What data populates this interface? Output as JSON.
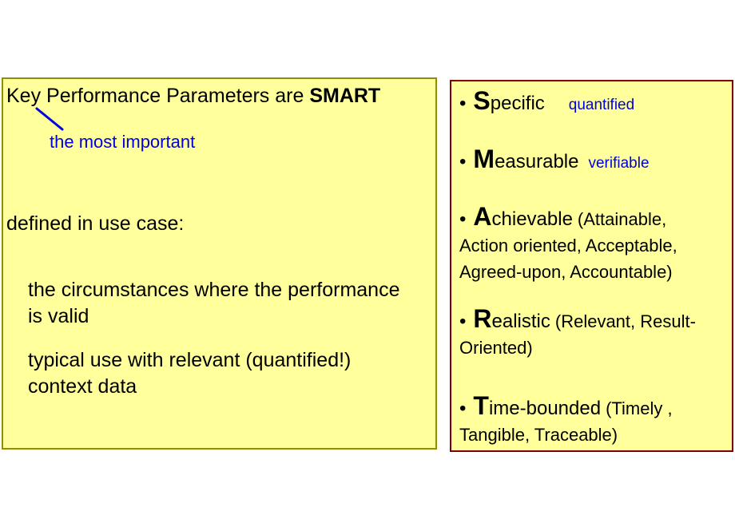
{
  "slide": {
    "background_color": "#ffffff",
    "panel_fill_color": "#ffff9c",
    "left_panel_border_color": "#8f8f00",
    "right_panel_border_color": "#800000",
    "accent_blue": "#0000e0"
  },
  "left_panel": {
    "title_regular": "Key Performance Parameters are ",
    "title_bold": "SMART",
    "callout": "the most important",
    "callout_connector": "blue-diagonal-line",
    "intro": "defined in use case:",
    "points": [
      "the circumstances where the performance is valid",
      "typical use with relevant (quantified!) context data"
    ]
  },
  "right_panel": {
    "bullet_char": "•",
    "items": [
      {
        "letter": "S",
        "rest": "pecific",
        "annotation": "quantified"
      },
      {
        "letter": "M",
        "rest": "easurable",
        "annotation": "verifiable"
      },
      {
        "letter": "A",
        "rest": "chievable",
        "paren": "(Attainable, Action oriented, Acceptable, Agreed-upon, Accountable)"
      },
      {
        "letter": "R",
        "rest": "ealistic",
        "paren": "(Relevant, Result-Oriented)"
      },
      {
        "letter": "T",
        "rest": "ime-bounded",
        "paren": "(Timely , Tangible, Traceable)"
      }
    ]
  }
}
